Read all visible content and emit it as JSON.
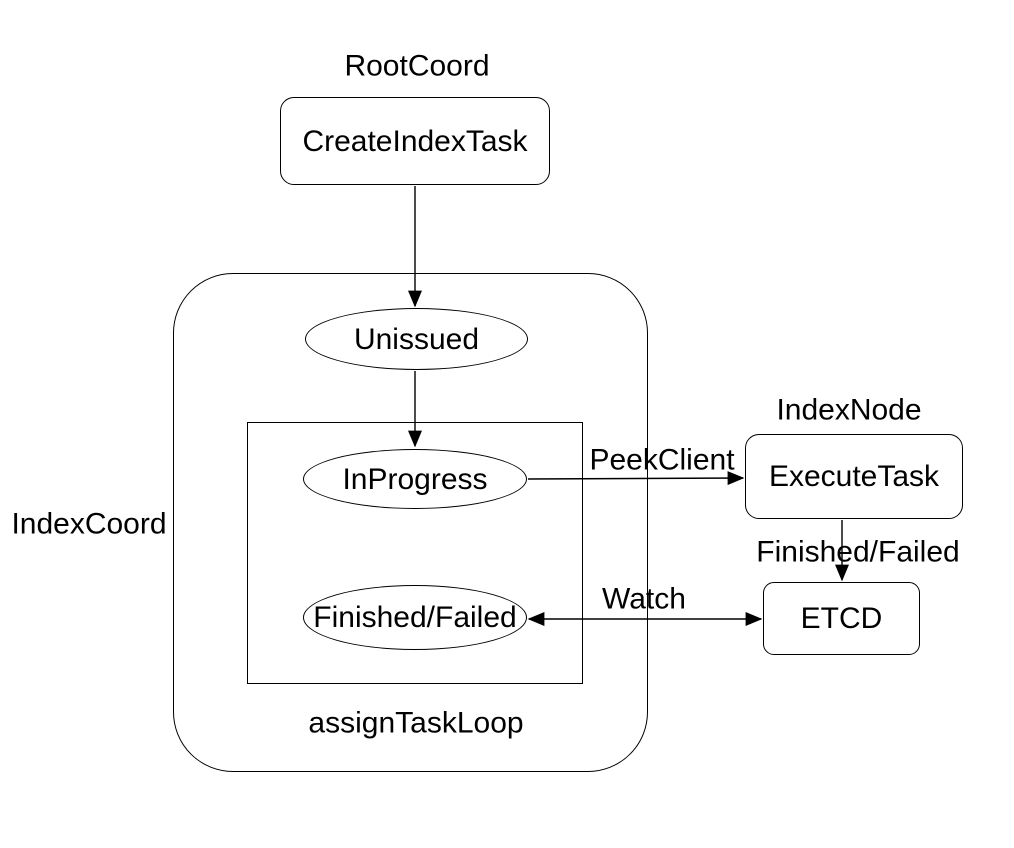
{
  "canvas": {
    "background": "#ffffff",
    "stroke_color": "#000000",
    "text_color": "#000000"
  },
  "external_labels": {
    "root_coord": "RootCoord",
    "index_node": "IndexNode"
  },
  "groups": {
    "index_coord": {
      "label": "IndexCoord"
    },
    "assign_task_loop": {
      "label": "assignTaskLoop"
    }
  },
  "nodes": {
    "create_index_task": "CreateIndexTask",
    "unissued": "Unissued",
    "in_progress": "InProgress",
    "finished_failed": "Finished/Failed",
    "execute_task": "ExecuteTask",
    "etcd": "ETCD"
  },
  "edges": [
    {
      "from": "CreateIndexTask",
      "to": "Unissued",
      "label": "",
      "bidirectional": false
    },
    {
      "from": "Unissued",
      "to": "InProgress",
      "label": "",
      "bidirectional": false
    },
    {
      "from": "InProgress",
      "to": "ExecuteTask",
      "label": "PeekClient",
      "bidirectional": false
    },
    {
      "from": "ExecuteTask",
      "to": "ETCD",
      "label": "Finished/Failed",
      "bidirectional": false
    },
    {
      "from": "Finished/Failed",
      "to": "ETCD",
      "label": "Watch",
      "bidirectional": true
    }
  ]
}
